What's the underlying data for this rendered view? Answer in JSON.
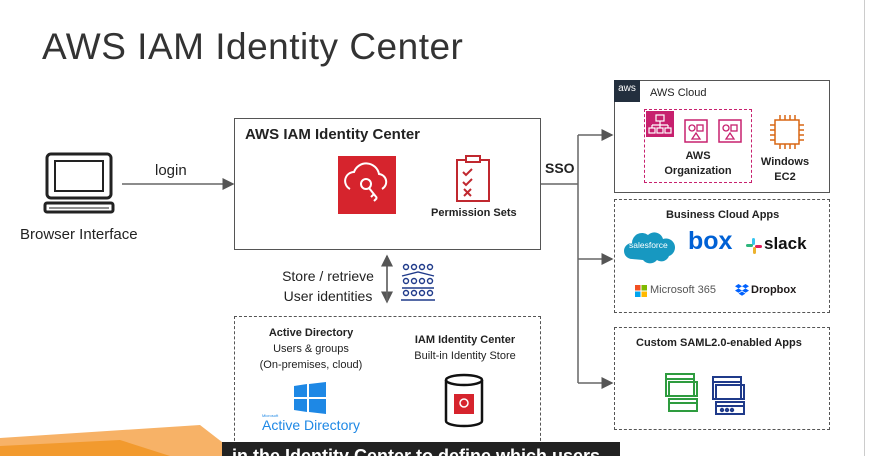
{
  "title": "AWS IAM Identity Center",
  "browser": {
    "label": "Browser Interface",
    "login": "login"
  },
  "center": {
    "title": "AWS IAM Identity Center",
    "permission_sets": "Permission Sets"
  },
  "sso": "SSO",
  "store": {
    "line1": "Store / retrieve",
    "line2": "User identities"
  },
  "ad": {
    "title": "Active Directory",
    "line1": "Users & groups",
    "line2": "(On-premises, cloud)",
    "logo_small": "Microsoft",
    "logo": "Active Directory"
  },
  "idstore": {
    "title": "IAM Identity Center",
    "subtitle": "Built-in Identity Store"
  },
  "aws_cloud": {
    "badge": "aws",
    "label": "AWS Cloud",
    "org_line1": "AWS",
    "org_line2": "Organization",
    "ec2_line1": "Windows",
    "ec2_line2": "EC2"
  },
  "business": {
    "title": "Business Cloud Apps",
    "salesforce": "salesforce",
    "box": "box",
    "slack": "slack",
    "m365": "Microsoft 365",
    "dropbox": "Dropbox"
  },
  "custom": {
    "title": "Custom SAML2.0-enabled Apps"
  },
  "caption": "in the Identity Center to define which users",
  "colors": {
    "aws_red": "#d6242d",
    "pink": "#c7206e",
    "ec2_orange": "#d86613",
    "green": "#2e9c3f",
    "navy": "#1f3a8a",
    "accent_orange": "#f29a2e"
  }
}
